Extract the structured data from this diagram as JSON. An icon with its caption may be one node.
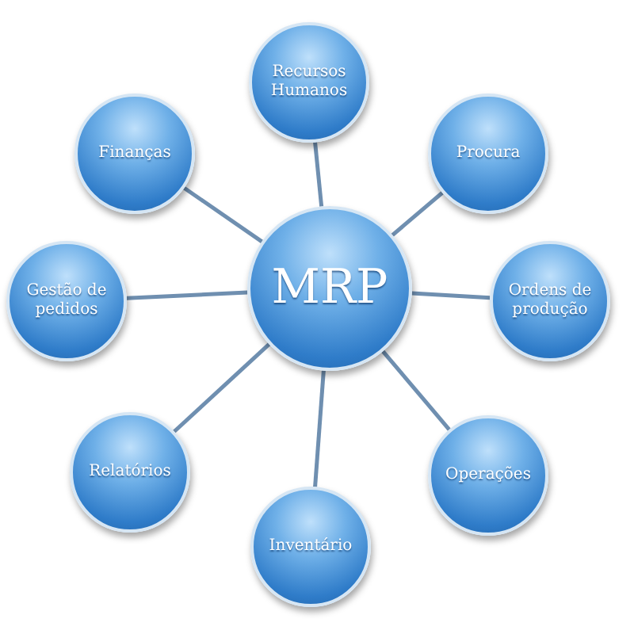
{
  "diagram": {
    "nodes": [
      {
        "text": [
          "MRP"
        ]
      },
      {
        "text": [
          "Recursos Humanos"
        ]
      },
      {
        "text": [
          "Procura"
        ]
      },
      {
        "text": [
          "Ordens de produção"
        ]
      },
      {
        "text": [
          "Operações"
        ]
      },
      {
        "text": [
          "Inventário"
        ]
      },
      {
        "text": [
          "Relatórios"
        ]
      },
      {
        "text": [
          "Gestão de pedidos"
        ]
      },
      {
        "text": [
          "Finanças"
        ]
      }
    ],
    "edges": [
      {
        "from": 0,
        "to": 1,
        "arrow": "none"
      },
      {
        "from": 0,
        "to": 2,
        "arrow": "none"
      },
      {
        "from": 0,
        "to": 3,
        "arrow": "none"
      },
      {
        "from": 0,
        "to": 4,
        "arrow": "none"
      },
      {
        "from": 0,
        "to": 5,
        "arrow": "none"
      },
      {
        "from": 0,
        "to": 6,
        "arrow": "none"
      },
      {
        "from": 0,
        "to": 7,
        "arrow": "none"
      },
      {
        "from": 0,
        "to": 8,
        "arrow": "none"
      }
    ]
  }
}
